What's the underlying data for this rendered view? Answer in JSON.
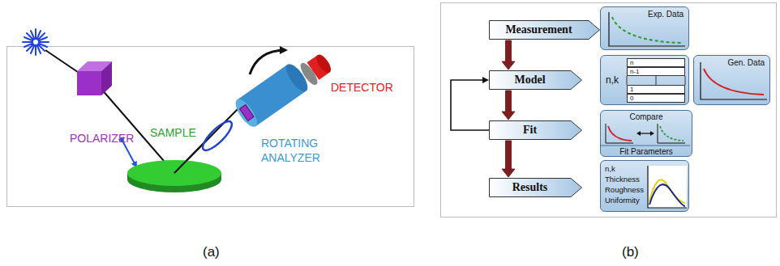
{
  "diagram": {
    "nodes": [
      {
        "text": [
          "Measurement"
        ]
      },
      {
        "text": [
          "Exp. Data"
        ]
      },
      {
        "text": [
          "Model"
        ]
      },
      {
        "text": [
          "n,k"
        ]
      },
      {
        "text": [
          "n"
        ],
        "in": 3
      },
      {
        "text": [
          "n-1"
        ],
        "in": 3
      },
      {
        "text": [
          "1"
        ],
        "in": 3
      },
      {
        "text": [
          "0"
        ],
        "in": 3
      },
      {
        "text": [
          "Gen. Data"
        ]
      },
      {
        "text": [
          "Fit"
        ]
      },
      {
        "text": [
          "Compare",
          "Fit Parameters"
        ]
      },
      {
        "text": [
          "Results"
        ]
      },
      {
        "text": [
          "n,k",
          "Thickness",
          "Roughness",
          "Uniformity"
        ]
      }
    ],
    "edges": [
      {
        "from": 0,
        "to": 2,
        "arrow": "to"
      },
      {
        "from": 2,
        "to": 9,
        "arrow": "to"
      },
      {
        "from": 9,
        "to": 11,
        "arrow": "to"
      },
      {
        "from": 9,
        "to": 2,
        "arrow": "to"
      }
    ],
    "labels": [
      "POLARIZER",
      "SAMPLE",
      "ROTATING ANALYZER",
      "DETECTOR",
      "(a)",
      "(b)"
    ]
  }
}
